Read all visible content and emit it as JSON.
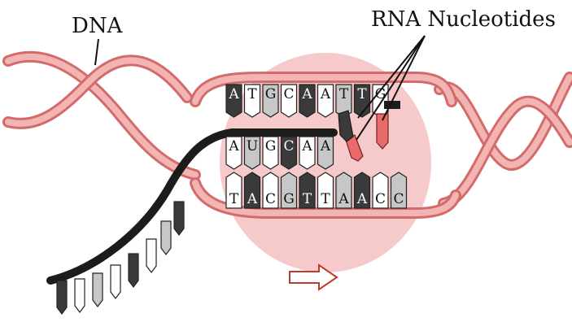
{
  "labels": {
    "dna": "DNA",
    "rna_nucleotides": "RNA Nucleotides"
  },
  "template_bases": [
    "T",
    "A",
    "C",
    "G",
    "T",
    "T",
    "A",
    "A",
    "C",
    "C"
  ],
  "coding_bases": [
    "A",
    "T",
    "G",
    "C",
    "A",
    "A",
    "T",
    "T",
    "G"
  ],
  "rna_bases": [
    "A",
    "U",
    "G",
    "C",
    "A",
    "A"
  ],
  "colors": {
    "dna_strand": "#ef9a9a",
    "dna_strand_dark": "#d36b6b",
    "enzyme_blob": "#f4c1c1",
    "rna_strand": "#1c1c1c",
    "free_nucleotide": "#e86a6a",
    "arrow": "#c0392b"
  },
  "icons": {
    "direction": "arrow-right-icon"
  }
}
